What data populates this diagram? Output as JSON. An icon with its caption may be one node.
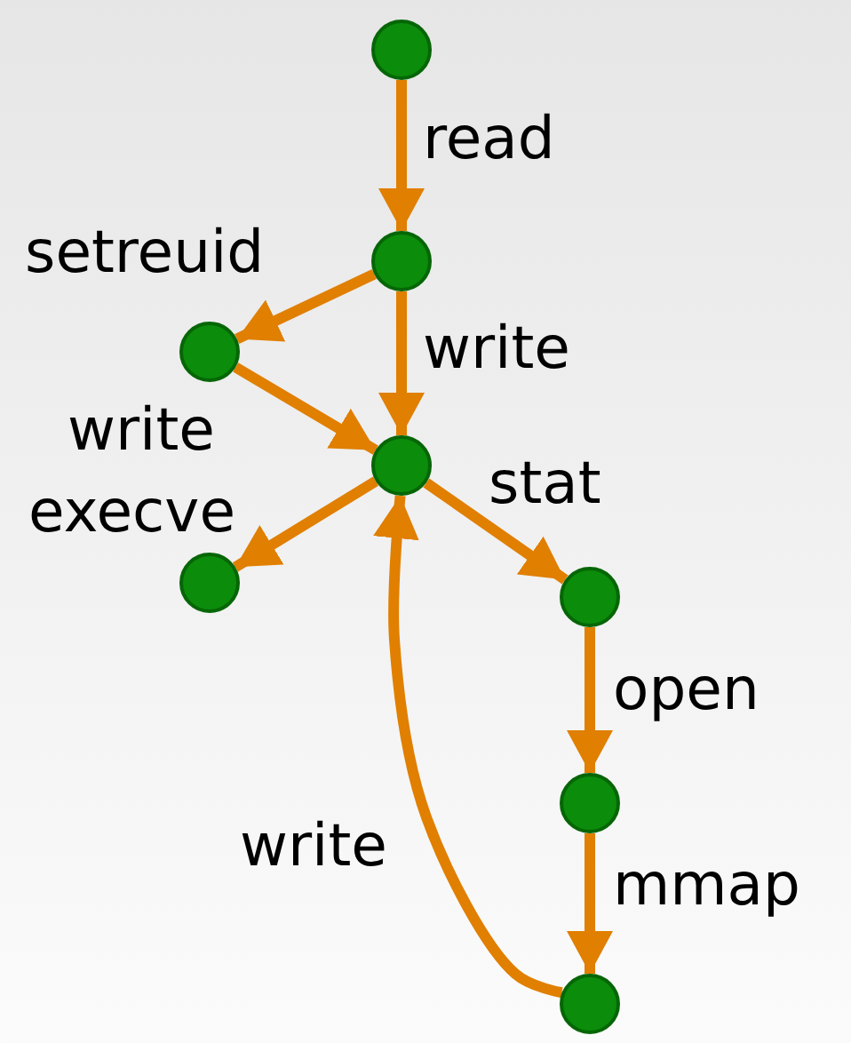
{
  "diagram": {
    "nodes": [
      {
        "text": [],
        "shape": "circle"
      },
      {
        "text": [],
        "shape": "circle"
      },
      {
        "text": [],
        "shape": "circle"
      },
      {
        "text": [],
        "shape": "circle"
      },
      {
        "text": [],
        "shape": "circle"
      },
      {
        "text": [],
        "shape": "circle"
      },
      {
        "text": [],
        "shape": "circle"
      },
      {
        "text": [],
        "shape": "circle"
      }
    ],
    "edges": [
      {
        "from": 0,
        "to": 1,
        "arrow": "to",
        "label": "read"
      },
      {
        "from": 1,
        "to": 2,
        "arrow": "to",
        "label": "setreuid"
      },
      {
        "from": 1,
        "to": 3,
        "arrow": "to",
        "label": "write"
      },
      {
        "from": 2,
        "to": 3,
        "arrow": "to",
        "label": "write"
      },
      {
        "from": 3,
        "to": 4,
        "arrow": "to",
        "label": "execve"
      },
      {
        "from": 3,
        "to": 5,
        "arrow": "to",
        "label": "stat"
      },
      {
        "from": 5,
        "to": 6,
        "arrow": "to",
        "label": "open"
      },
      {
        "from": 6,
        "to": 7,
        "arrow": "to",
        "label": "mmap"
      },
      {
        "from": 7,
        "to": 3,
        "arrow": "to",
        "label": "write"
      }
    ]
  }
}
